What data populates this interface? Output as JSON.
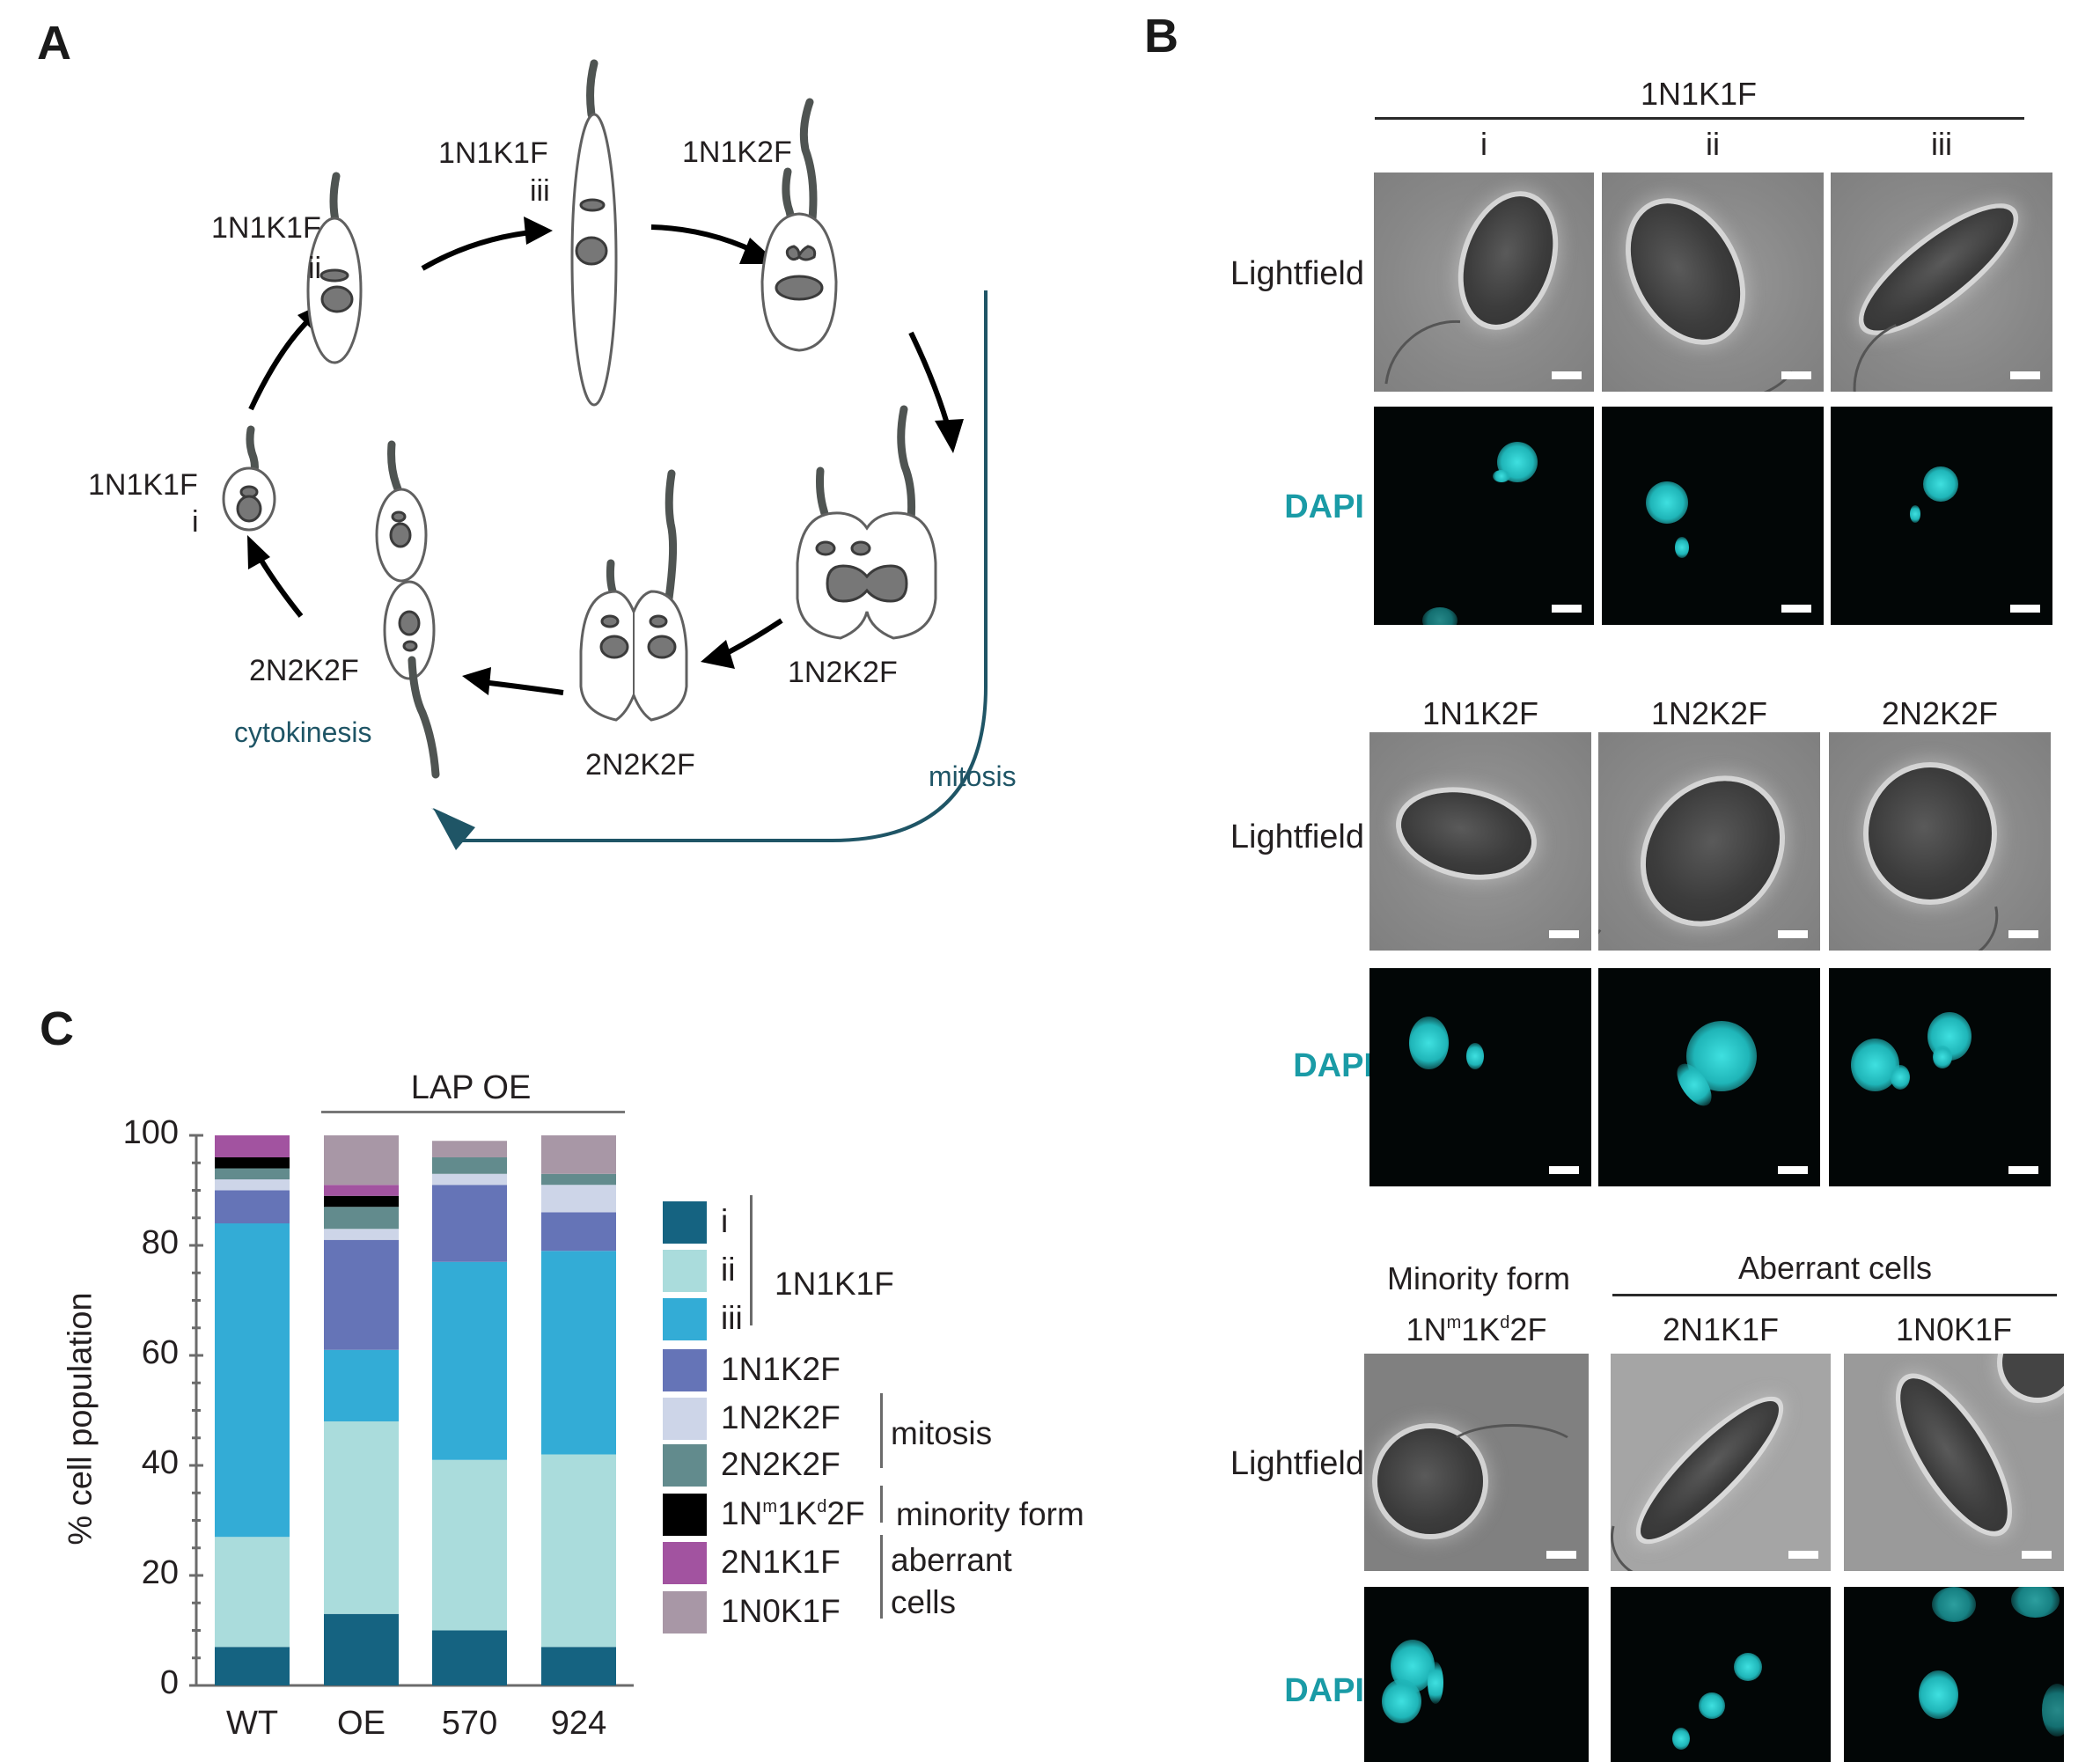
{
  "panels": {
    "a": {
      "letter": "A",
      "stages": [
        {
          "name": "1N1K1F",
          "sub": "i"
        },
        {
          "name": "1N1K1F",
          "sub": "ii"
        },
        {
          "name": "1N1K1F",
          "sub": "iii"
        },
        {
          "name": "1N1K2F",
          "sub": ""
        },
        {
          "name": "1N2K2F",
          "sub": ""
        },
        {
          "name": "2N2K2F",
          "sub": ""
        },
        {
          "name": "2N2K2F",
          "sub": ""
        }
      ],
      "process_labels": {
        "mitosis": "mitosis",
        "cytokinesis": "cytokinesis"
      },
      "colors": {
        "process": "#1f5566",
        "flagellum": "#4f5452",
        "nucleus": "#777777"
      }
    },
    "b": {
      "letter": "B",
      "row_labels": {
        "lightfield": "Lightfield",
        "dapi": "DAPI"
      },
      "group1": {
        "header": "1N1K1F",
        "columns": [
          "i",
          "ii",
          "iii"
        ]
      },
      "group2": {
        "columns": [
          "1N1K2F",
          "1N2K2F",
          "2N2K2F"
        ]
      },
      "group3": {
        "left_header": "Minority form",
        "right_header": "Aberrant cells",
        "col1_main": "1N",
        "col1_sup1": "m",
        "col1_mid": "1K",
        "col1_sup2": "d",
        "col1_end": "2F",
        "columns": [
          "2N1K1F",
          "1N0K1F"
        ]
      },
      "colors": {
        "dapi_label": "#1a9ba6",
        "dapi_signal": "#2cc7c9"
      }
    },
    "c": {
      "letter": "C",
      "group_header": "LAP OE"
    }
  },
  "chart_data": {
    "type": "bar",
    "stacked": true,
    "title": "",
    "xlabel": "",
    "ylabel": "% cell population",
    "ylim": [
      0,
      100
    ],
    "yticks": [
      0,
      20,
      40,
      60,
      80,
      100
    ],
    "minor_tick_step": 5,
    "grid": false,
    "group_annotation": {
      "label": "LAP OE",
      "spans": [
        "OE",
        "570",
        "924"
      ]
    },
    "categories": [
      "WT",
      "OE",
      "570",
      "924"
    ],
    "series": [
      {
        "name": "i",
        "group": "1N1K1F",
        "color": "#156381",
        "values": [
          7,
          13,
          10,
          7
        ]
      },
      {
        "name": "ii",
        "group": "1N1K1F",
        "color": "#aadcdc",
        "values": [
          20,
          35,
          31,
          35
        ]
      },
      {
        "name": "iii",
        "group": "1N1K1F",
        "color": "#33acd6",
        "values": [
          57,
          13,
          36,
          37
        ]
      },
      {
        "name": "1N1K2F",
        "group": "",
        "color": "#6574b7",
        "values": [
          6,
          20,
          14,
          7
        ]
      },
      {
        "name": "1N2K2F",
        "group": "mitosis",
        "color": "#cdd5e8",
        "values": [
          2,
          2,
          2,
          5
        ]
      },
      {
        "name": "2N2K2F",
        "group": "mitosis",
        "color": "#628b8d",
        "values": [
          2,
          4,
          3,
          2
        ]
      },
      {
        "name": "1Nm1Kd2F",
        "label_main": "1N",
        "label_sup1": "m",
        "label_mid": "1K",
        "label_sup2": "d",
        "label_end": "2F",
        "group": "minority form",
        "color": "#000000",
        "values": [
          2,
          2,
          0,
          0
        ]
      },
      {
        "name": "2N1K1F",
        "group": "aberrant cells",
        "color": "#a253a0",
        "values": [
          4,
          2,
          0,
          0
        ]
      },
      {
        "name": "1N0K1F",
        "group": "aberrant cells",
        "color": "#a897a6",
        "values": [
          0,
          9,
          3,
          7
        ]
      }
    ],
    "legend": {
      "placement": "right",
      "group_labels": {
        "g1": "1N1K1F",
        "mitosis": "mitosis",
        "minority": "minority form",
        "aberrant_1": "aberrant",
        "aberrant_2": "cells"
      }
    }
  }
}
